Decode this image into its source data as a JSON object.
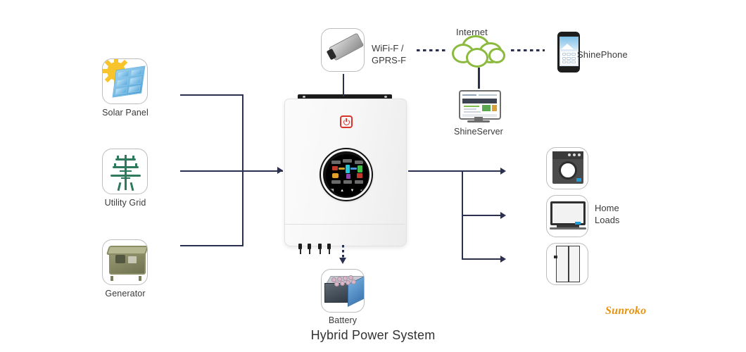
{
  "diagram": {
    "title": "Hybrid Power System",
    "accent_line_color": "#2b3050",
    "brand_color": "#e8930f",
    "cloud_color": "#8cba3f",
    "power_led_color": "#d9342b"
  },
  "sources": [
    {
      "id": "solar-panel",
      "label": "Solar Panel",
      "icon": "solar-panel-icon"
    },
    {
      "id": "utility-grid",
      "label": "Utility Grid",
      "icon": "utility-grid-icon"
    },
    {
      "id": "generator",
      "label": "Generator",
      "icon": "generator-icon"
    }
  ],
  "inverter": {
    "brand": "Sunroko",
    "brand_initial": "S",
    "brand_rest": "unroko",
    "power_icon": "power-button-icon",
    "display": {
      "name": "lcd-display",
      "buttons": [
        "grid-icon",
        "up-icon",
        "down-icon",
        "enter-icon"
      ]
    }
  },
  "communication": {
    "module": {
      "label_line1": "WiFi-F /",
      "label_line2": "GPRS-F",
      "icon": "wifi-dongle-icon"
    },
    "internet": {
      "label": "Internet",
      "icon": "cloud-icon"
    },
    "server": {
      "label": "ShineServer",
      "icon": "monitor-icon"
    },
    "phone": {
      "label": "ShinePhone",
      "icon": "smartphone-icon"
    }
  },
  "battery": {
    "label": "Battery",
    "icon": "battery-bank-icon"
  },
  "loads": {
    "label_line1": "Home",
    "label_line2": "Loads",
    "items": [
      {
        "id": "washing-machine",
        "icon": "washing-machine-icon"
      },
      {
        "id": "television",
        "icon": "television-icon"
      },
      {
        "id": "refrigerator",
        "icon": "refrigerator-icon"
      }
    ]
  }
}
